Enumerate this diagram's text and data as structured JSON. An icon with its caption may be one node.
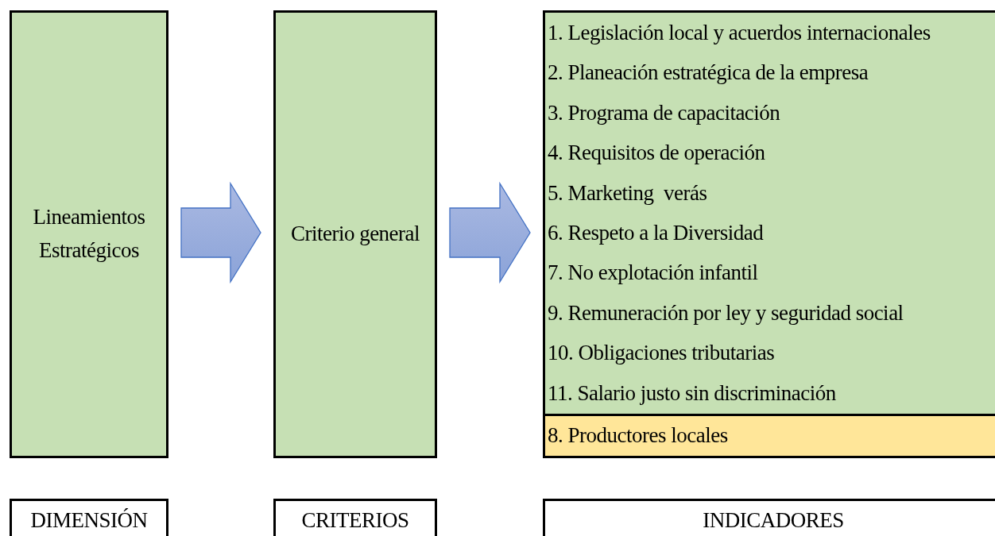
{
  "diagram": {
    "nodes": [
      {
        "text": [
          "Lineamientos Estratégicos"
        ]
      },
      {
        "text": [
          "Criterio general"
        ]
      },
      {
        "text": [],
        "shape": "box"
      },
      {
        "text": [
          "1. Legislación local y acuerdos internacionales"
        ],
        "in": 2
      },
      {
        "text": [
          "2. Planeación estratégica de la empresa"
        ],
        "in": 2
      },
      {
        "text": [
          "3. Programa de capacitación"
        ],
        "in": 2
      },
      {
        "text": [
          "4. Requisitos de operación"
        ],
        "in": 2
      },
      {
        "text": [
          "5. Marketing  verás"
        ],
        "in": 2
      },
      {
        "text": [
          "6. Respeto a la Diversidad"
        ],
        "in": 2
      },
      {
        "text": [
          "7. No explotación infantil"
        ],
        "in": 2
      },
      {
        "text": [
          "9. Remuneración por ley y seguridad social"
        ],
        "in": 2
      },
      {
        "text": [
          "10. Obligaciones tributarias"
        ],
        "in": 2
      },
      {
        "text": [
          "11. Salario justo sin discriminación"
        ],
        "in": 2
      },
      {
        "text": [
          "8. Productores locales"
        ],
        "in": 2
      },
      {
        "text": [
          "DIMENSIÓN"
        ]
      },
      {
        "text": [
          "CRITERIOS"
        ]
      },
      {
        "text": [
          "INDICADORES"
        ]
      }
    ],
    "edges": [
      {
        "from": 0,
        "to": 1,
        "arrow": "to"
      },
      {
        "from": 1,
        "to": 2,
        "arrow": "to"
      }
    ]
  }
}
